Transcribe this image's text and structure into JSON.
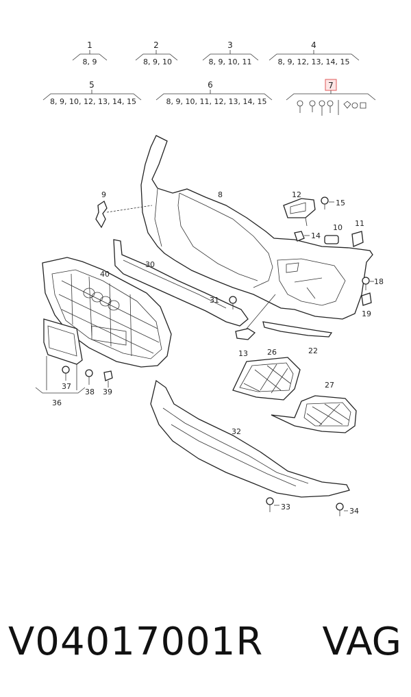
{
  "groups": [
    {
      "num": "1",
      "items": "8, 9"
    },
    {
      "num": "2",
      "items": "8, 9, 10"
    },
    {
      "num": "3",
      "items": "8, 9, 10, 11"
    },
    {
      "num": "4",
      "items": "8, 9, 12, 13, 14, 15"
    },
    {
      "num": "5",
      "items": "8, 9, 10, 12, 13, 14, 15"
    },
    {
      "num": "6",
      "items": "8, 9, 10, 11, 12, 13, 14, 15"
    },
    {
      "num": "7",
      "items": ""
    }
  ],
  "highlight_color": "#e05a5a",
  "callouts": [
    "8",
    "9",
    "10",
    "11",
    "12",
    "13",
    "14",
    "15",
    "18",
    "19",
    "22",
    "26",
    "27",
    "30",
    "31",
    "32",
    "33",
    "34",
    "36",
    "37",
    "38",
    "39",
    "40"
  ],
  "footer": {
    "part_number": "V04017001R",
    "brand": "VAG"
  }
}
